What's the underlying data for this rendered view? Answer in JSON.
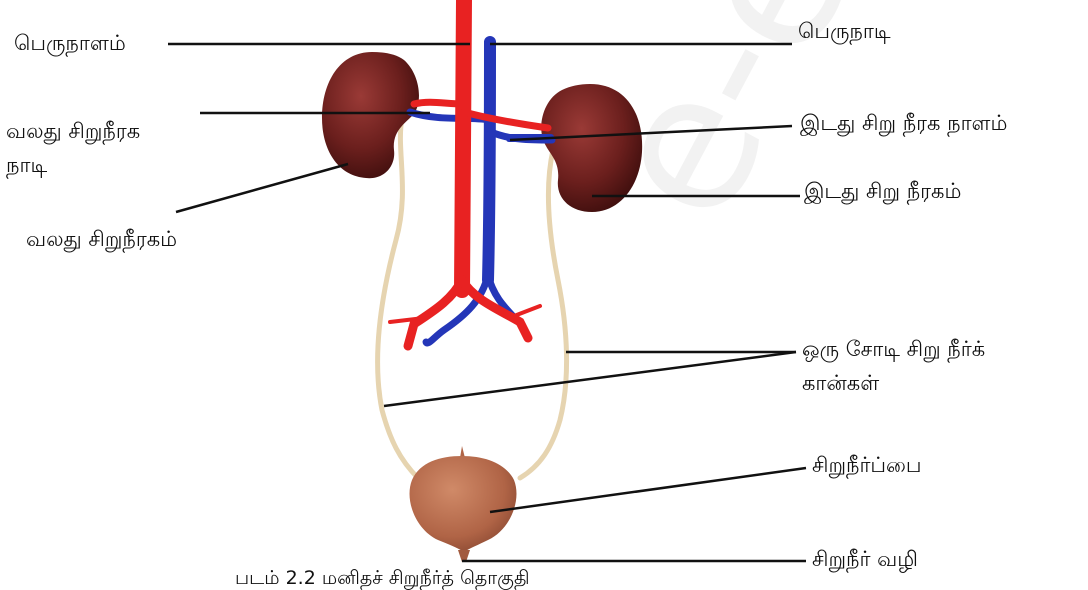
{
  "labels": {
    "aorta_left": "பெருநாளம்",
    "aorta_right": "பெருநாடி",
    "right_renal_artery_line1": "வலது   சிறுநீரக",
    "right_renal_artery_line2": "நாடி",
    "right_kidney": "வலது சிறுநீரகம்",
    "left_renal_vein": "இடது சிறு நீரக நாளம்",
    "left_kidney": "இடது சிறு நீரகம்",
    "ureters_line1": "ஒரு சோடி சிறு  நீர்க்",
    "ureters_line2": "கான்கள்",
    "bladder": "சிறுநீர்ப்பை",
    "urethra": "சிறுநீர் வழி"
  },
  "caption": "படம் 2.2 மனிதச் சிறுநீர்த் தொகுதி",
  "watermark": "e-edu.lk",
  "colors": {
    "artery": "#e82222",
    "vein": "#2436b8",
    "kidney": "#6b1f1d",
    "ureter": "#ead9b8",
    "bladder": "#b86d4d",
    "leader": "#111111"
  }
}
